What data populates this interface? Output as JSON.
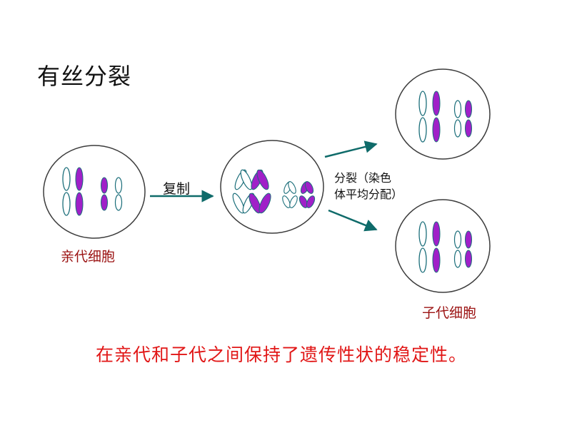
{
  "title": "有丝分裂",
  "labels": {
    "replicate": "复制",
    "divide_line1": "分裂（染色",
    "divide_line2": "体平均分配）",
    "parent_cell": "亲代细胞",
    "daughter_cell": "子代细胞"
  },
  "conclusion": "在亲代和子代之间保持了遗传性状的稳定性。",
  "colors": {
    "chromosome_outline": "#1b6e7a",
    "chromosome_fill": "#a020c8",
    "cell_outline": "#3c3c3c",
    "arrow": "#0f6b6a",
    "label_red": "#9b1212",
    "conclusion": "#e11616"
  }
}
